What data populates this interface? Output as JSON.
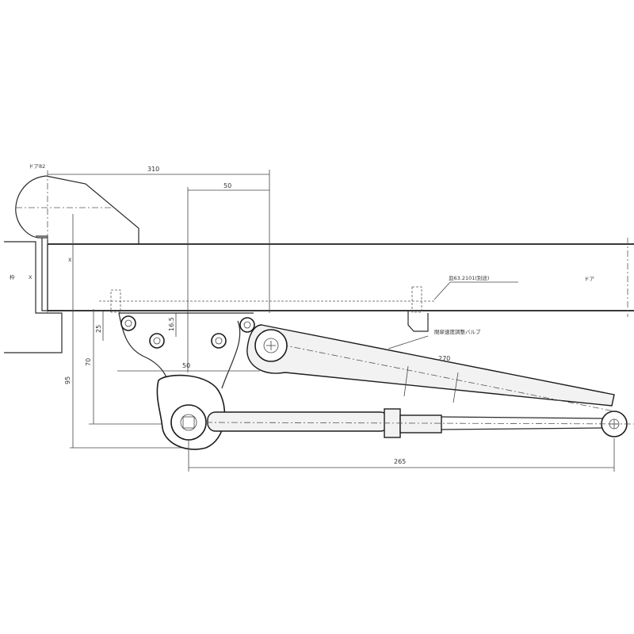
{
  "labels": {
    "top_left_model": "ドア82",
    "jamb_label": "枠",
    "jamb_mark": "X",
    "door_label": "ドア",
    "screw_note": "皿63.2101(別途)",
    "valve_note": "閉扉速度調整バルブ"
  },
  "dimensions": {
    "overall_top": "310",
    "offset_top": "50",
    "height_25": "25",
    "height_16_5": "16.5",
    "height_70": "70",
    "height_95": "95",
    "bracket_50": "50",
    "arm_270": "270",
    "overall_bottom": "265"
  }
}
